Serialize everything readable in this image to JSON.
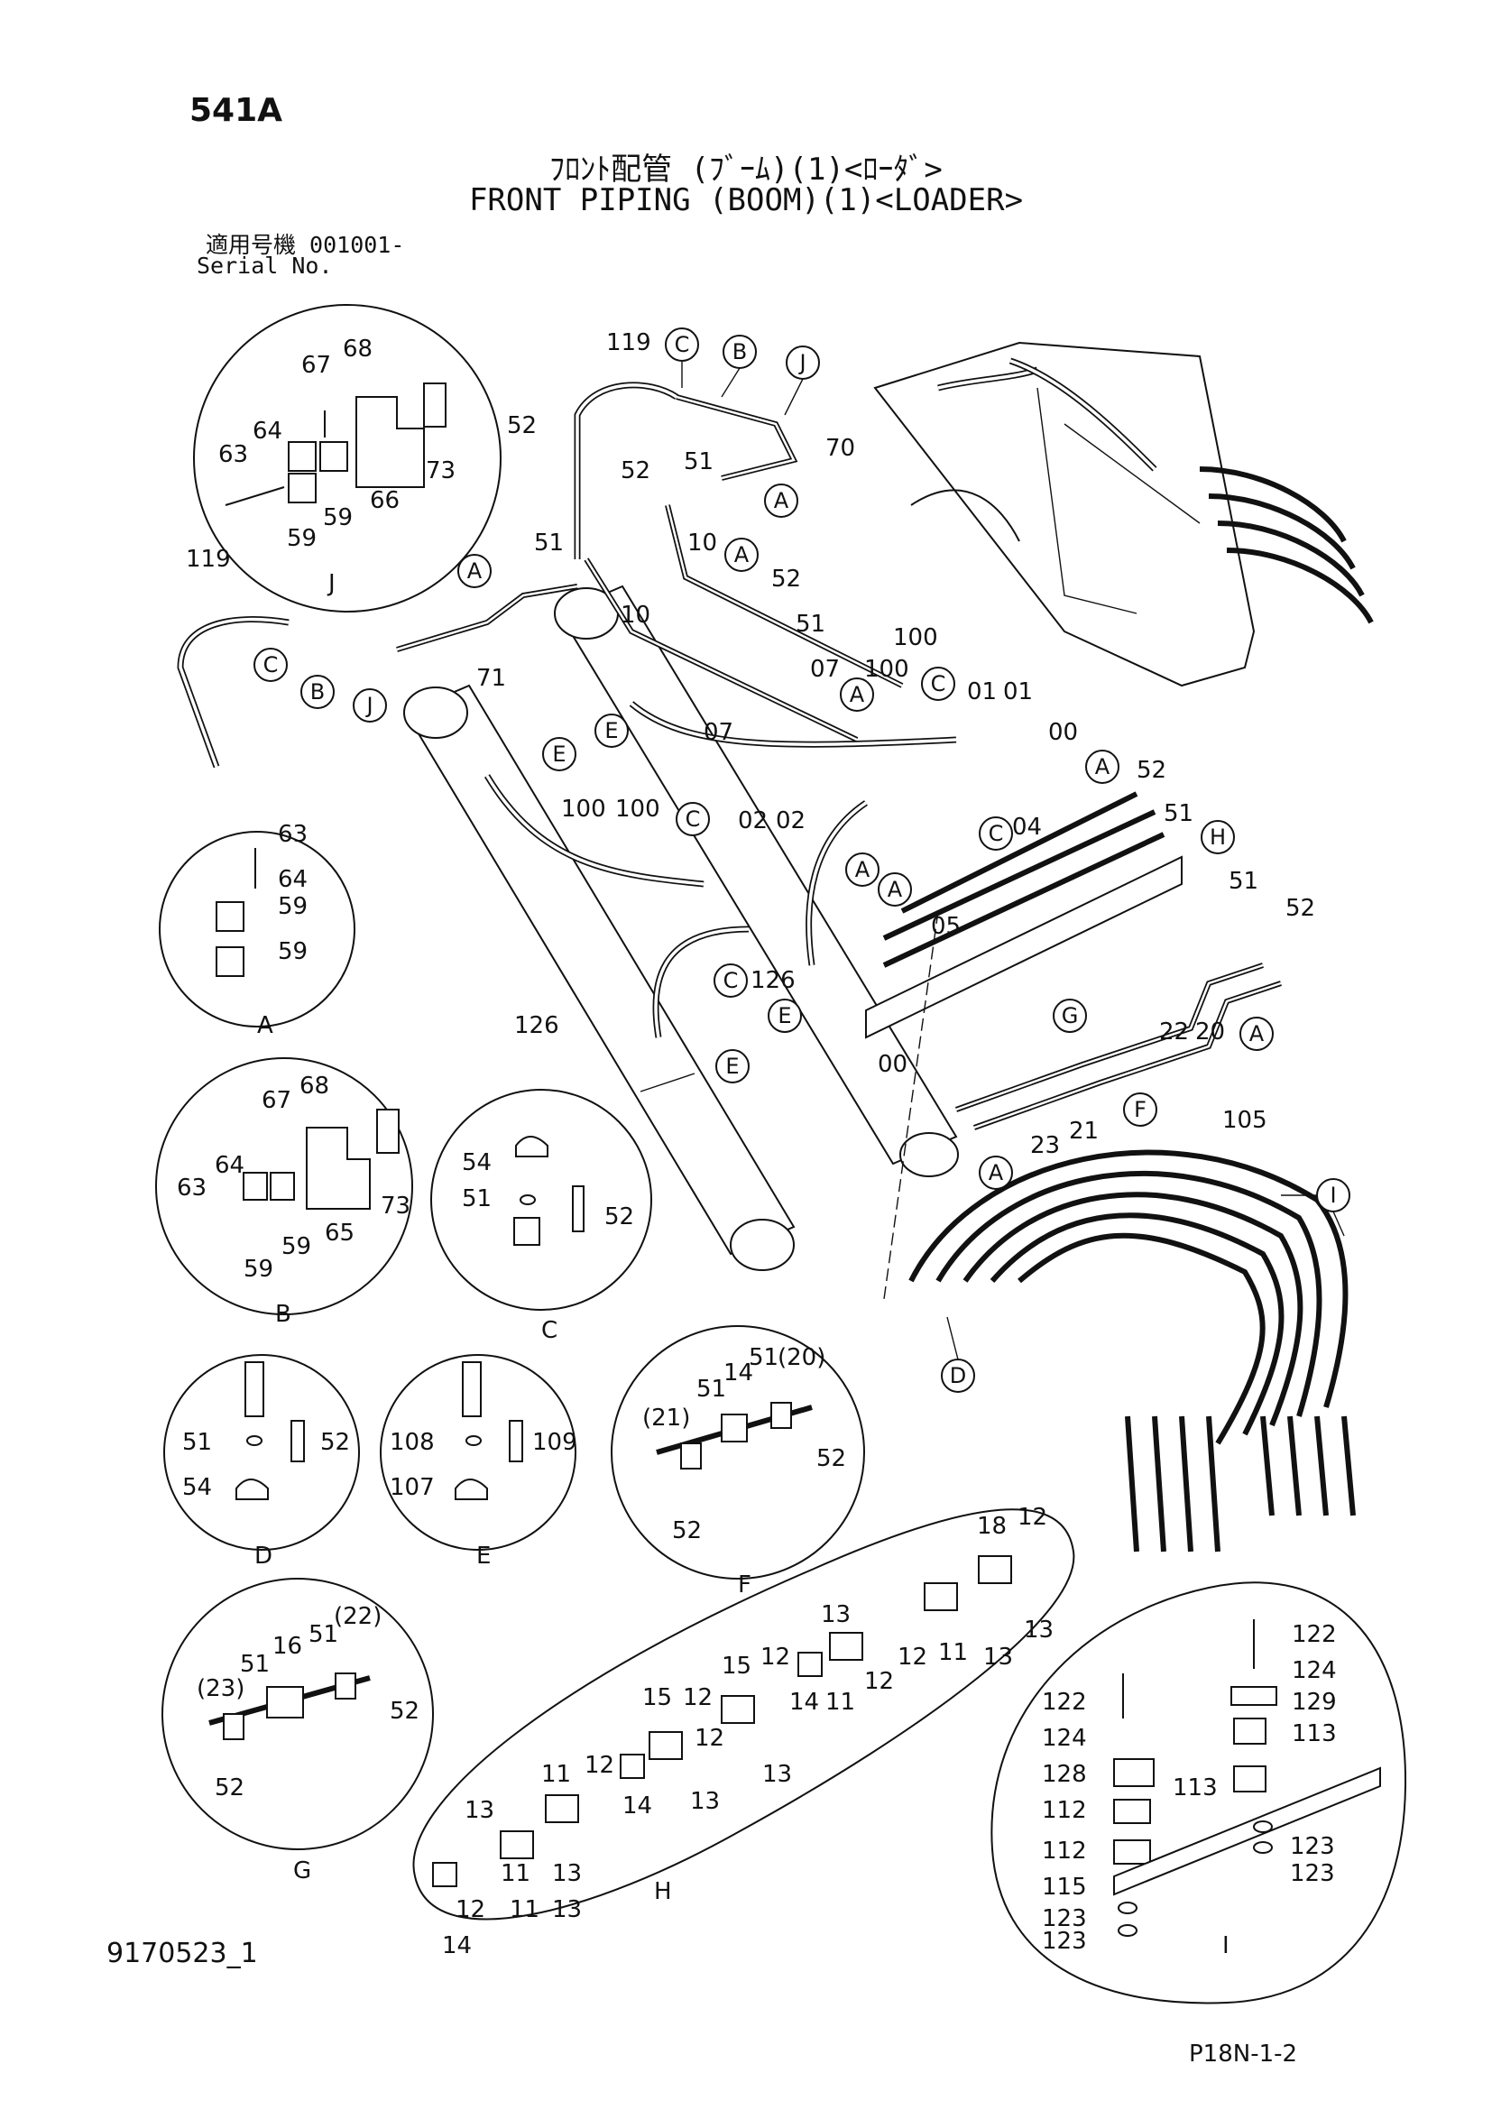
{
  "header": {
    "page_code": "541A",
    "title_jp": "ﾌﾛﾝﾄ配管 (ﾌﾞｰﾑ)(1)<ﾛｰﾀﾞ>",
    "title_en": "FRONT PIPING (BOOM)(1)<LOADER>",
    "serial_label_jp": "適用号機 001001-",
    "serial_label_en": "Serial No."
  },
  "footer": {
    "drawing_no": "9170523_1",
    "page_ref": "P18N-1-2"
  },
  "detail_views": [
    {
      "id": "J",
      "label": "J"
    },
    {
      "id": "A",
      "label": "A"
    },
    {
      "id": "B",
      "label": "B"
    },
    {
      "id": "C",
      "label": "C"
    },
    {
      "id": "D",
      "label": "D"
    },
    {
      "id": "E",
      "label": "E"
    },
    {
      "id": "F",
      "label": "F"
    },
    {
      "id": "G",
      "label": "G"
    },
    {
      "id": "H",
      "label": "H"
    },
    {
      "id": "I",
      "label": "I"
    }
  ],
  "callouts": [
    "C",
    "B",
    "J",
    "A",
    "E",
    "H",
    "G",
    "F",
    "D",
    "I"
  ],
  "part_labels": {
    "j": [
      "67",
      "68",
      "64",
      "63",
      "59",
      "59",
      "66",
      "73"
    ],
    "a": [
      "63",
      "64",
      "59",
      "59"
    ],
    "b": [
      "67",
      "68",
      "64",
      "63",
      "59",
      "59",
      "65",
      "73"
    ],
    "c": [
      "54",
      "51",
      "52"
    ],
    "d": [
      "51",
      "52",
      "54"
    ],
    "e": [
      "108",
      "109",
      "107"
    ],
    "f": [
      "(21)",
      "51",
      "14",
      "51",
      "(20)",
      "52",
      "52"
    ],
    "g": [
      "(23)",
      "51",
      "16",
      "51",
      "(22)",
      "52",
      "52"
    ],
    "h": [
      "18",
      "12",
      "13",
      "13",
      "12",
      "11",
      "13",
      "15",
      "12",
      "12",
      "14",
      "11",
      "12",
      "15",
      "12",
      "13",
      "11",
      "12",
      "14",
      "13",
      "13",
      "11",
      "13",
      "12",
      "11",
      "13",
      "14"
    ],
    "i": [
      "122",
      "124",
      "129",
      "113",
      "113",
      "122",
      "124",
      "128",
      "112",
      "112",
      "115",
      "123",
      "123",
      "123",
      "123"
    ],
    "main": [
      "119",
      "52",
      "52",
      "51",
      "70",
      "119",
      "51",
      "10",
      "10",
      "52",
      "51",
      "71",
      "100",
      "07",
      "100",
      "07",
      "01",
      "01",
      "00",
      "52",
      "51",
      "100",
      "100",
      "02",
      "02",
      "04",
      "51",
      "52",
      "05",
      "126",
      "126",
      "22",
      "20",
      "23",
      "21",
      "105",
      "00"
    ]
  }
}
